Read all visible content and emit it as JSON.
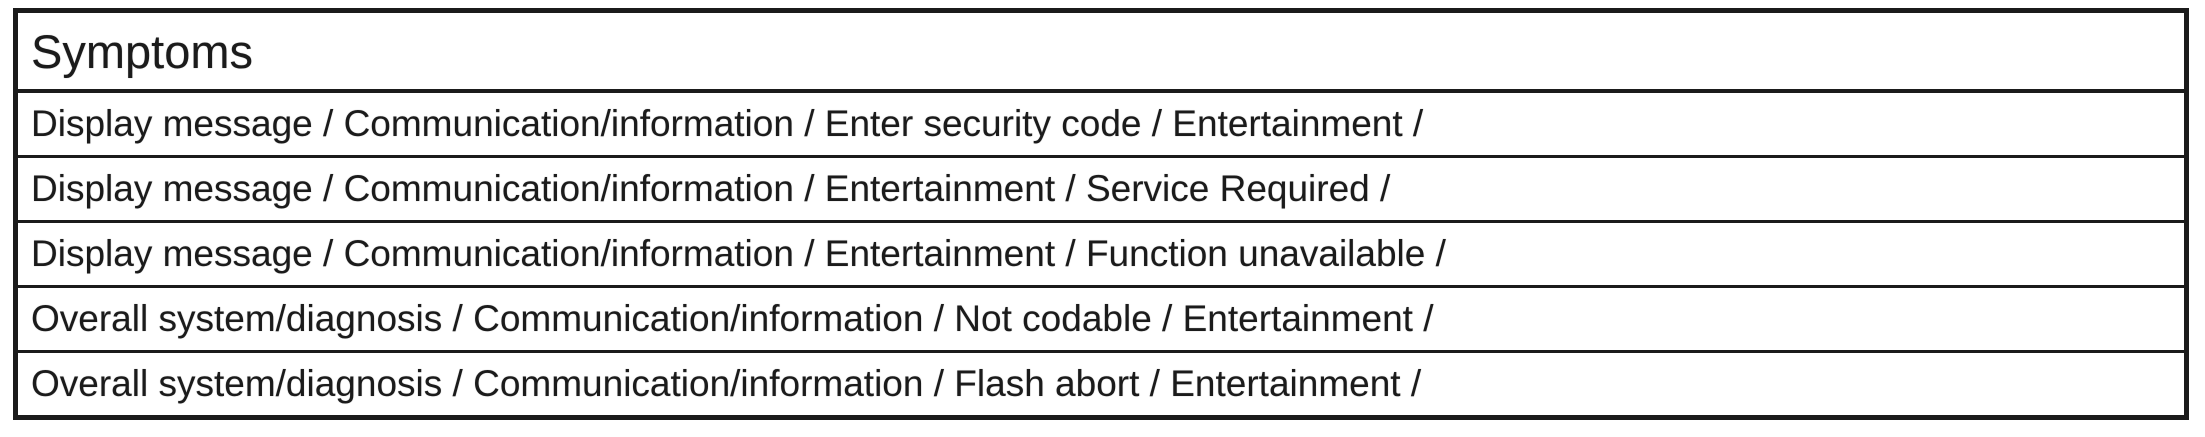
{
  "table": {
    "header": "Symptoms",
    "rows": [
      "Display message / Communication/information / Enter security code / Entertainment /",
      "Display message / Communication/information / Entertainment / Service Required /",
      "Display message / Communication/information / Entertainment / Function unavailable /",
      "Overall system/diagnosis / Communication/information / Not codable / Entertainment /",
      "Overall system/diagnosis / Communication/information / Flash abort / Entertainment /"
    ]
  },
  "colors": {
    "border": "#1b1b1b",
    "text": "#1b1b1b",
    "background": "#ffffff"
  }
}
